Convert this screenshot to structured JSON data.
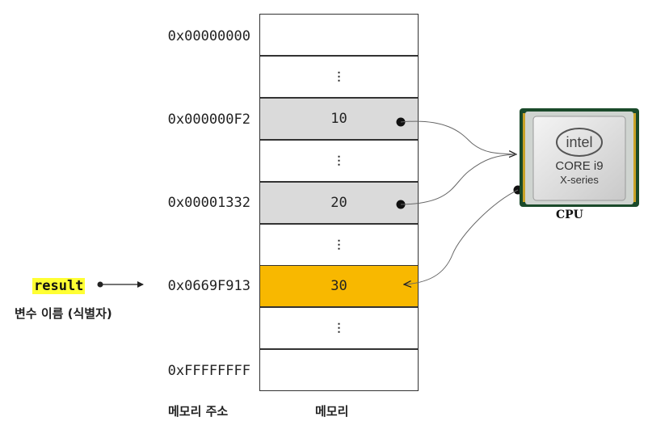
{
  "memory_rows": [
    {
      "address": "0x00000000",
      "value": "",
      "kind": "empty"
    },
    {
      "address": "",
      "value": "⋮",
      "kind": "dots"
    },
    {
      "address": "0x000000F2",
      "value": "10",
      "kind": "gray"
    },
    {
      "address": "",
      "value": "⋮",
      "kind": "dots"
    },
    {
      "address": "0x00001332",
      "value": "20",
      "kind": "gray"
    },
    {
      "address": "",
      "value": "⋮",
      "kind": "dots"
    },
    {
      "address": "0x0669F913",
      "value": "30",
      "kind": "highlight"
    },
    {
      "address": "",
      "value": "⋮",
      "kind": "dots"
    },
    {
      "address": "0xFFFFFFFF",
      "value": "",
      "kind": "empty"
    }
  ],
  "variable": {
    "name": "result",
    "caption": "변수 이름 (식별자)"
  },
  "captions": {
    "address_column": "메모리 주소",
    "memory_column": "메모리"
  },
  "cpu": {
    "brand": "intel",
    "line1": "CORE i9",
    "line2": "X-series",
    "label": "CPU"
  },
  "colors": {
    "highlight": "#f8b800",
    "gray_cell": "#dadada",
    "variable_bg": "#ffff33"
  }
}
